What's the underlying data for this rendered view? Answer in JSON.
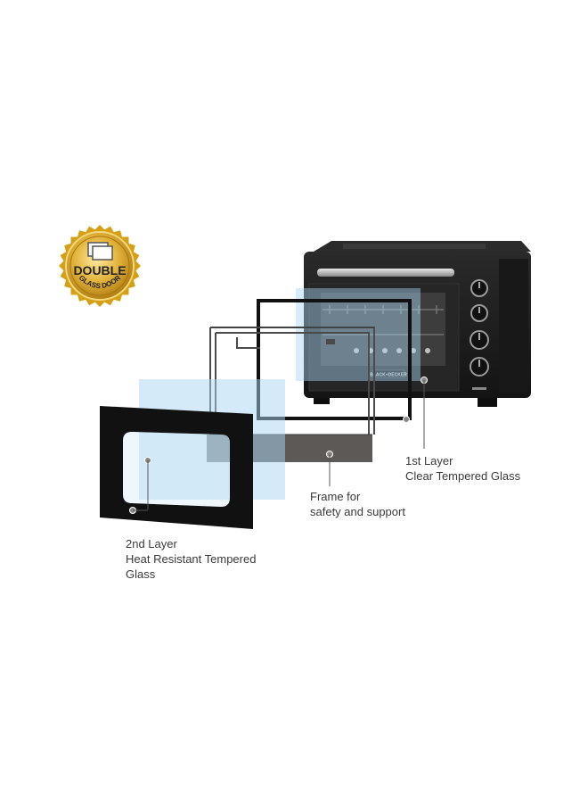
{
  "badge": {
    "line1": "DOUBLE",
    "line2": "GLASS DOOR",
    "icon": "glass-door-icon",
    "color_gold": "#d4a017",
    "color_text": "#2a2a2a"
  },
  "oven": {
    "brand": "BLACK+DECKER",
    "body_color": "#1c1c1c"
  },
  "callouts": {
    "first_layer": {
      "line1": "1st Layer",
      "line2": "Clear Tempered Glass"
    },
    "frame": {
      "line1": "Frame for",
      "line2": "safety and support"
    },
    "second_layer": {
      "line1": "2nd Layer",
      "line2": "Heat Resistant Tempered",
      "line3": "Glass"
    }
  },
  "colors": {
    "glass": "#a9d6f2",
    "frame_fill": "#5d5957",
    "panel_black": "#111111",
    "leader": "#555555"
  }
}
